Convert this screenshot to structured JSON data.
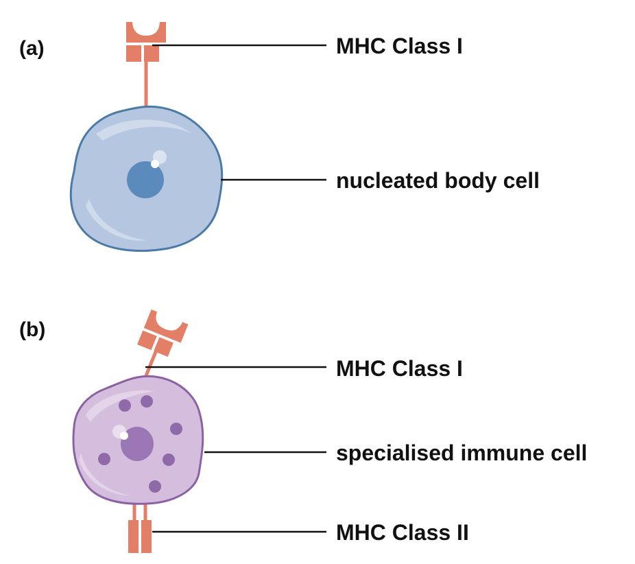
{
  "panels": {
    "a": {
      "label": "(a)",
      "callouts": {
        "mhc1": "MHC Class I",
        "cell": "nucleated body cell"
      }
    },
    "b": {
      "label": "(b)",
      "callouts": {
        "mhc1": "MHC Class I",
        "cell": "specialised immune cell",
        "mhc2": "MHC Class II"
      }
    }
  },
  "colors": {
    "receptor": "#e27f66",
    "body_cell_fill": "#b5c6e0",
    "body_cell_stroke": "#4a7aa6",
    "body_nucleus": "#5b8bbd",
    "immune_cell_fill": "#d5bedd",
    "immune_cell_stroke": "#8a62a3",
    "immune_nucleus": "#9b78b5",
    "granule": "#8e6aa8",
    "label_text": "#111111"
  }
}
